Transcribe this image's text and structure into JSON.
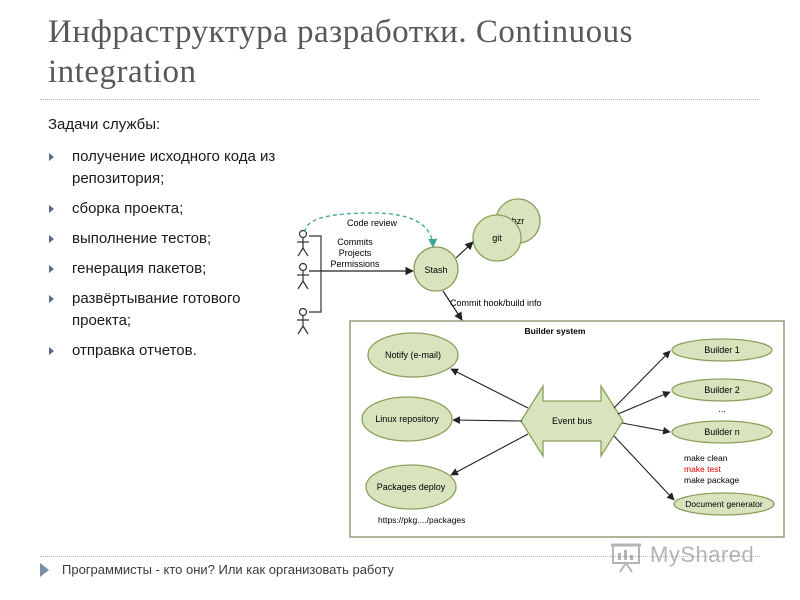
{
  "slide": {
    "title": "Инфраструктура разработки. Continuous integration",
    "subtitle": "Задачи службы:",
    "bullets": [
      "получение исходного кода из репозитория;",
      "сборка проекта;",
      "выполнение тестов;",
      "генерация пакетов;",
      "развёртывание готового проекта;",
      "отправка отчетов."
    ],
    "footer": "Программисты - кто они? Или как организовать работу",
    "watermark": "MyShared"
  },
  "diagram": {
    "colors": {
      "node_fill": "#d9e4bf",
      "node_stroke": "#8aa05c",
      "box_stroke": "#7f8f60",
      "arrow_dash": "#3fa890",
      "red_text": "#e00000"
    },
    "code_review": "Code review",
    "commits_lines": [
      "Commits",
      "Projects",
      "Permissions"
    ],
    "stash": "Stash",
    "git": "git",
    "bzr": "bzr",
    "commit_hook": "Commit hook/build info",
    "builder_system": "Builder system",
    "notify": "Notify (e-mail)",
    "linux_repo": "Linux repository",
    "packages_deploy": "Packages deploy",
    "packages_url": "https://pkg..../packages",
    "event_bus": "Event bus",
    "builder1": "Builder 1",
    "builder2": "Builder 2",
    "dots": "...",
    "buildern": "Builder n",
    "make_clean": "make clean",
    "make_test": "make test",
    "make_package": "make package",
    "doc_gen": "Document generator"
  }
}
